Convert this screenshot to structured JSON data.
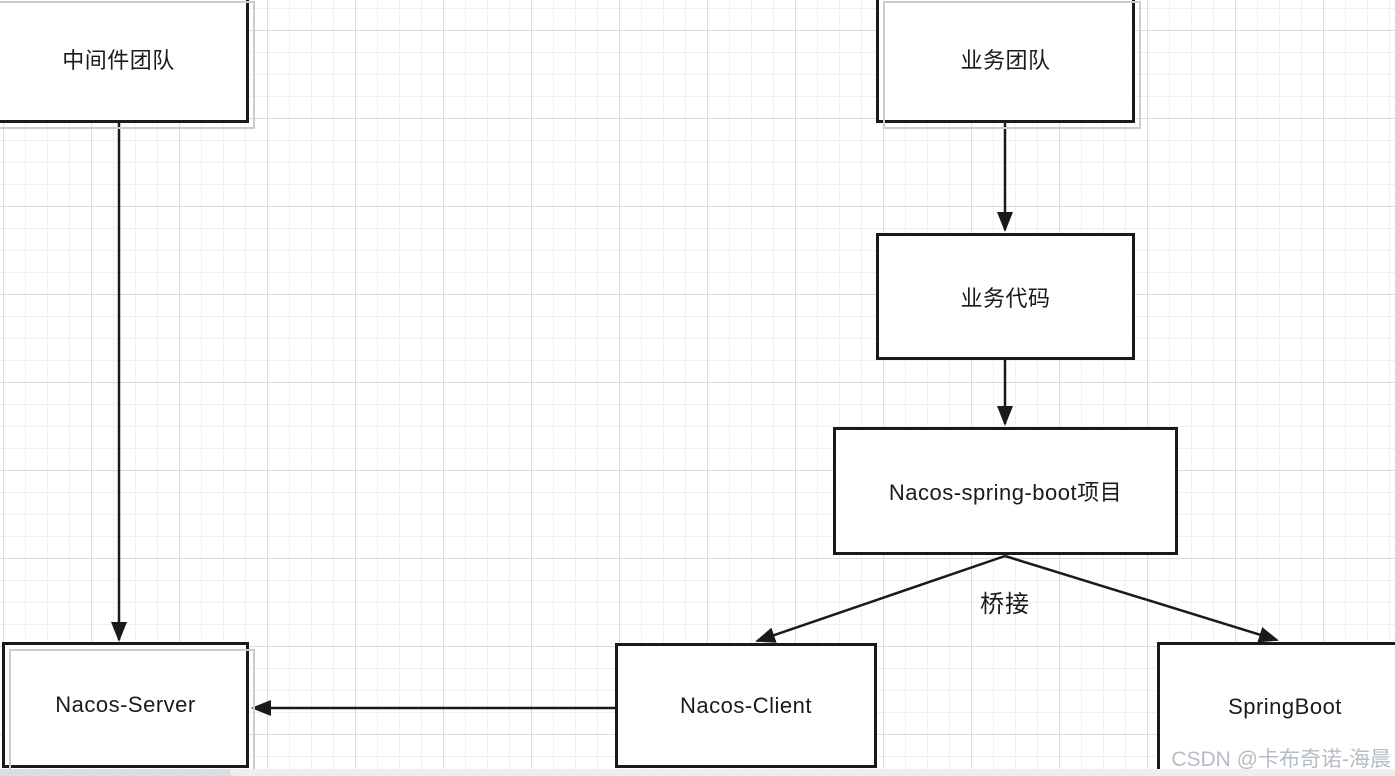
{
  "diagram": {
    "nodes": {
      "middleware_team": {
        "label": "中间件团队"
      },
      "business_team": {
        "label": "业务团队"
      },
      "business_code": {
        "label": "业务代码"
      },
      "nacos_spring_boot_project": {
        "label": "Nacos-spring-boot项目"
      },
      "nacos_server": {
        "label": "Nacos-Server"
      },
      "nacos_client": {
        "label": "Nacos-Client"
      },
      "springboot": {
        "label": "SpringBoot"
      }
    },
    "bridge_label": "桥接",
    "edges": [
      {
        "from": "中间件团队",
        "to": "Nacos-Server",
        "label": ""
      },
      {
        "from": "业务团队",
        "to": "业务代码",
        "label": ""
      },
      {
        "from": "业务代码",
        "to": "Nacos-spring-boot项目",
        "label": ""
      },
      {
        "from": "Nacos-spring-boot项目",
        "to": "Nacos-Client",
        "label": "桥接"
      },
      {
        "from": "Nacos-spring-boot项目",
        "to": "SpringBoot",
        "label": "桥接"
      },
      {
        "from": "Nacos-Client",
        "to": "Nacos-Server",
        "label": ""
      }
    ]
  },
  "watermark": {
    "text": "CSDN @卡布奇诺-海晨",
    "color": "#b6bcc4"
  },
  "colors": {
    "node_border": "#1a1a1a",
    "node_fill": "#ffffff",
    "arrow": "#1a1a1a",
    "grid_minor": "#f0f0f0",
    "grid_major": "#dcdcdc",
    "node_shadow": "#cccccc",
    "scrollbar_track": "#d9dde4",
    "scrollbar_thumb": "#eceef2"
  }
}
